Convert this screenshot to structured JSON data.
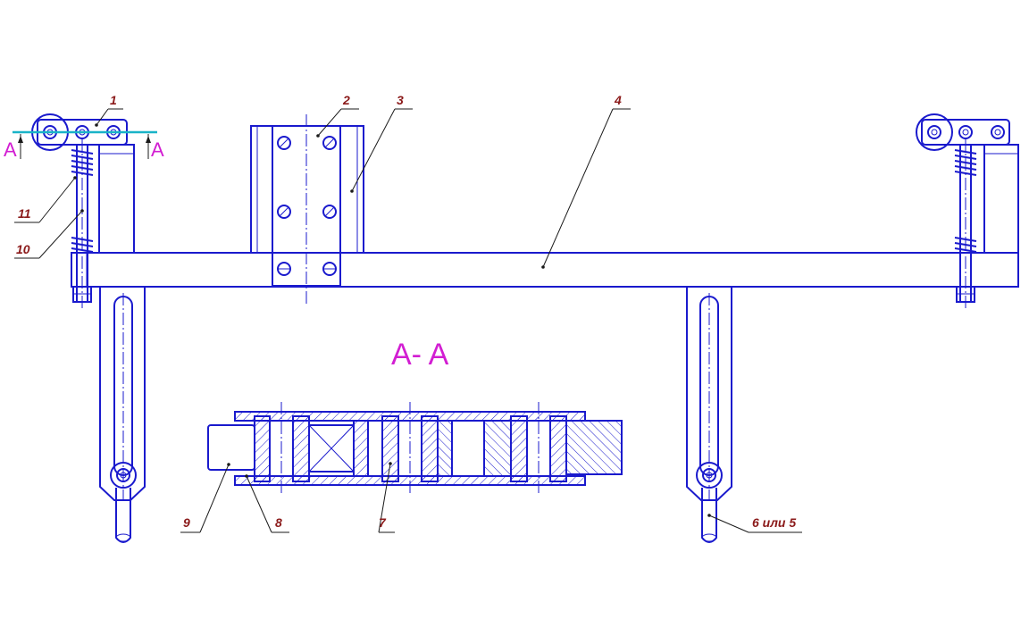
{
  "diagram": {
    "section_title": "A- A",
    "section_mark": "A",
    "callouts": {
      "c1": "1",
      "c2": "2",
      "c3": "3",
      "c4": "4",
      "c7": "7",
      "c8": "8",
      "c9": "9",
      "c10": "10",
      "c11": "11",
      "c6_5": "6 или 5"
    },
    "colors": {
      "outline": "#1a1acd",
      "callout_text": "#8b1a1a",
      "section_label": "#d21ed2",
      "cut_line": "#19b4c8"
    }
  }
}
